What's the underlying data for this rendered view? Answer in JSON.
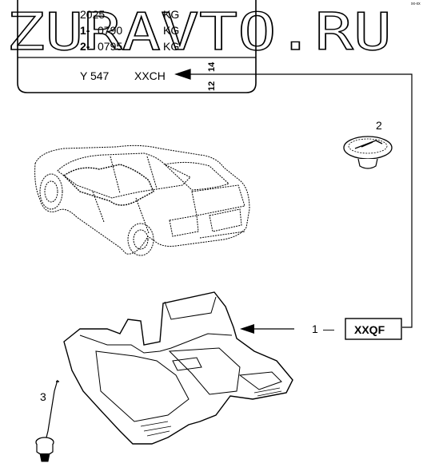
{
  "watermark": "ZURAVTO.RU",
  "corner_mark": "xx-xx",
  "label_plate": {
    "rows": [
      {
        "prefix": "",
        "value": "2025",
        "unit": "KG"
      },
      {
        "prefix": "1-",
        "value": "0790",
        "unit": "KG"
      },
      {
        "prefix": "2-",
        "value": "0795",
        "unit": "KG"
      }
    ],
    "code_left": "Y 547",
    "code_right": "XXCH",
    "vertical_numbers": [
      "12",
      "14"
    ]
  },
  "callouts": {
    "item1": {
      "number": "1",
      "dash": "—",
      "code": "XXQF"
    },
    "item2": {
      "number": "2"
    },
    "item3": {
      "number": "3"
    }
  },
  "colors": {
    "line": "#000000",
    "background": "#ffffff"
  }
}
